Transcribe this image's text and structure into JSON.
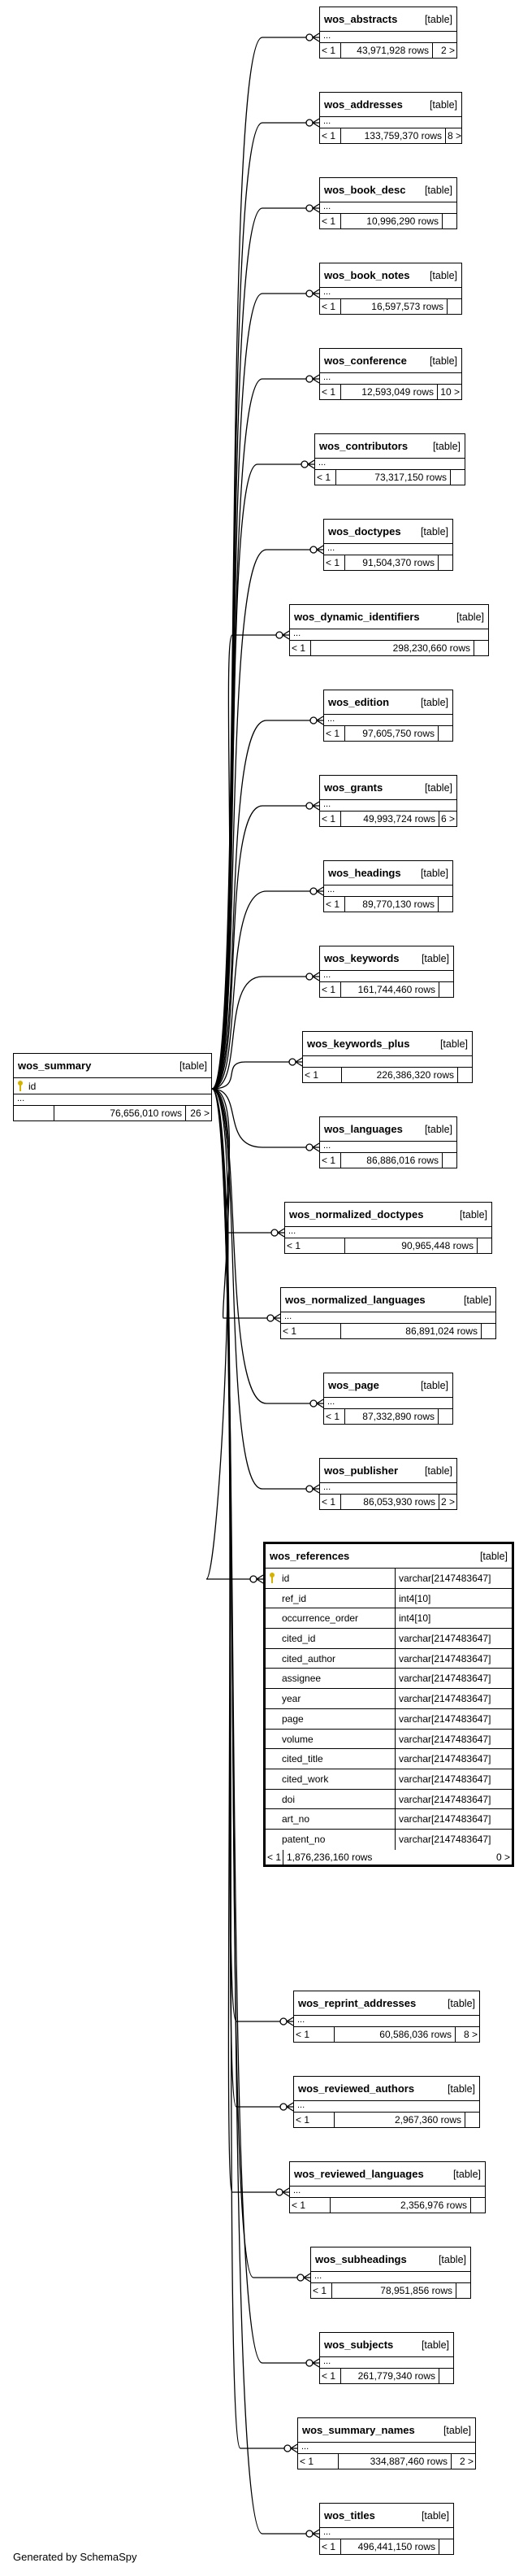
{
  "footer": {
    "generated_by": "Generated by SchemaSpy"
  },
  "summary_table": {
    "name": "wos_summary",
    "tag": "[table]",
    "key_column": "id",
    "dots": "...",
    "footer": {
      "left": "",
      "rows": "76,656,010 rows",
      "right": "26 >"
    }
  },
  "tables": [
    {
      "name": "wos_abstracts",
      "tag": "[table]",
      "dots": "...",
      "footer": {
        "left": "< 1",
        "rows": "43,971,928 rows",
        "right": "2 >"
      }
    },
    {
      "name": "wos_addresses",
      "tag": "[table]",
      "dots": "...",
      "footer": {
        "left": "< 1",
        "rows": "133,759,370 rows",
        "right": "8 >"
      }
    },
    {
      "name": "wos_book_desc",
      "tag": "[table]",
      "dots": "...",
      "footer": {
        "left": "< 1",
        "rows": "10,996,290 rows",
        "right": ""
      }
    },
    {
      "name": "wos_book_notes",
      "tag": "[table]",
      "dots": "...",
      "footer": {
        "left": "< 1",
        "rows": "16,597,573 rows",
        "right": ""
      }
    },
    {
      "name": "wos_conference",
      "tag": "[table]",
      "dots": "...",
      "footer": {
        "left": "< 1",
        "rows": "12,593,049 rows",
        "right": "10 >"
      }
    },
    {
      "name": "wos_contributors",
      "tag": "[table]",
      "dots": "...",
      "footer": {
        "left": "< 1",
        "rows": "73,317,150 rows",
        "right": ""
      }
    },
    {
      "name": "wos_doctypes",
      "tag": "[table]",
      "dots": "...",
      "footer": {
        "left": "< 1",
        "rows": "91,504,370 rows",
        "right": ""
      }
    },
    {
      "name": "wos_dynamic_identifiers",
      "tag": "[table]",
      "dots": "...",
      "footer": {
        "left": "< 1",
        "rows": "298,230,660 rows",
        "right": ""
      }
    },
    {
      "name": "wos_edition",
      "tag": "[table]",
      "dots": "...",
      "footer": {
        "left": "< 1",
        "rows": "97,605,750 rows",
        "right": ""
      }
    },
    {
      "name": "wos_grants",
      "tag": "[table]",
      "dots": "...",
      "footer": {
        "left": "< 1",
        "rows": "49,993,724 rows",
        "right": "6 >"
      }
    },
    {
      "name": "wos_headings",
      "tag": "[table]",
      "dots": "...",
      "footer": {
        "left": "< 1",
        "rows": "89,770,130 rows",
        "right": ""
      }
    },
    {
      "name": "wos_keywords",
      "tag": "[table]",
      "dots": "...",
      "footer": {
        "left": "< 1",
        "rows": "161,744,460 rows",
        "right": ""
      }
    },
    {
      "name": "wos_keywords_plus",
      "tag": "[table]",
      "dots": "",
      "footer": {
        "left": "< 1",
        "rows": "226,386,320 rows",
        "right": ""
      }
    },
    {
      "name": "wos_languages",
      "tag": "[table]",
      "dots": "...",
      "footer": {
        "left": "< 1",
        "rows": "86,886,016 rows",
        "right": ""
      }
    },
    {
      "name": "wos_normalized_doctypes",
      "tag": "[table]",
      "dots": "...",
      "footer": {
        "left": "< 1",
        "rows": "90,965,448 rows",
        "right": ""
      }
    },
    {
      "name": "wos_normalized_languages",
      "tag": "[table]",
      "dots": "...",
      "footer": {
        "left": "< 1",
        "rows": "86,891,024 rows",
        "right": ""
      }
    },
    {
      "name": "wos_page",
      "tag": "[table]",
      "dots": "...",
      "footer": {
        "left": "< 1",
        "rows": "87,332,890 rows",
        "right": ""
      }
    },
    {
      "name": "wos_publisher",
      "tag": "[table]",
      "dots": "...",
      "footer": {
        "left": "< 1",
        "rows": "86,053,930 rows",
        "right": "2 >"
      }
    },
    {
      "name": "wos_reprint_addresses",
      "tag": "[table]",
      "dots": "...",
      "footer": {
        "left": "< 1",
        "rows": "60,586,036 rows",
        "right": "8 >"
      }
    },
    {
      "name": "wos_reviewed_authors",
      "tag": "[table]",
      "dots": "...",
      "footer": {
        "left": "< 1",
        "rows": "2,967,360 rows",
        "right": ""
      }
    },
    {
      "name": "wos_reviewed_languages",
      "tag": "[table]",
      "dots": "...",
      "footer": {
        "left": "< 1",
        "rows": "2,356,976 rows",
        "right": ""
      }
    },
    {
      "name": "wos_subheadings",
      "tag": "[table]",
      "dots": "...",
      "footer": {
        "left": "< 1",
        "rows": "78,951,856 rows",
        "right": ""
      }
    },
    {
      "name": "wos_subjects",
      "tag": "[table]",
      "dots": "...",
      "footer": {
        "left": "< 1",
        "rows": "261,779,340 rows",
        "right": ""
      }
    },
    {
      "name": "wos_summary_names",
      "tag": "[table]",
      "dots": "...",
      "footer": {
        "left": "< 1",
        "rows": "334,887,460 rows",
        "right": "2 >"
      }
    },
    {
      "name": "wos_titles",
      "tag": "[table]",
      "dots": "...",
      "footer": {
        "left": "< 1",
        "rows": "496,441,150 rows",
        "right": ""
      }
    }
  ],
  "focus_table": {
    "name": "wos_references",
    "tag": "[table]",
    "columns": [
      {
        "name": "id",
        "type": "varchar[2147483647]"
      },
      {
        "name": "ref_id",
        "type": "int4[10]"
      },
      {
        "name": "occurrence_order",
        "type": "int4[10]"
      },
      {
        "name": "cited_id",
        "type": "varchar[2147483647]"
      },
      {
        "name": "cited_author",
        "type": "varchar[2147483647]"
      },
      {
        "name": "assignee",
        "type": "varchar[2147483647]"
      },
      {
        "name": "year",
        "type": "varchar[2147483647]"
      },
      {
        "name": "page",
        "type": "varchar[2147483647]"
      },
      {
        "name": "volume",
        "type": "varchar[2147483647]"
      },
      {
        "name": "cited_title",
        "type": "varchar[2147483647]"
      },
      {
        "name": "cited_work",
        "type": "varchar[2147483647]"
      },
      {
        "name": "doi",
        "type": "varchar[2147483647]"
      },
      {
        "name": "art_no",
        "type": "varchar[2147483647]"
      },
      {
        "name": "patent_no",
        "type": "varchar[2147483647]"
      }
    ],
    "footer": {
      "left": "< 1",
      "rows": "1,876,236,160 rows",
      "right": "0 >"
    }
  }
}
